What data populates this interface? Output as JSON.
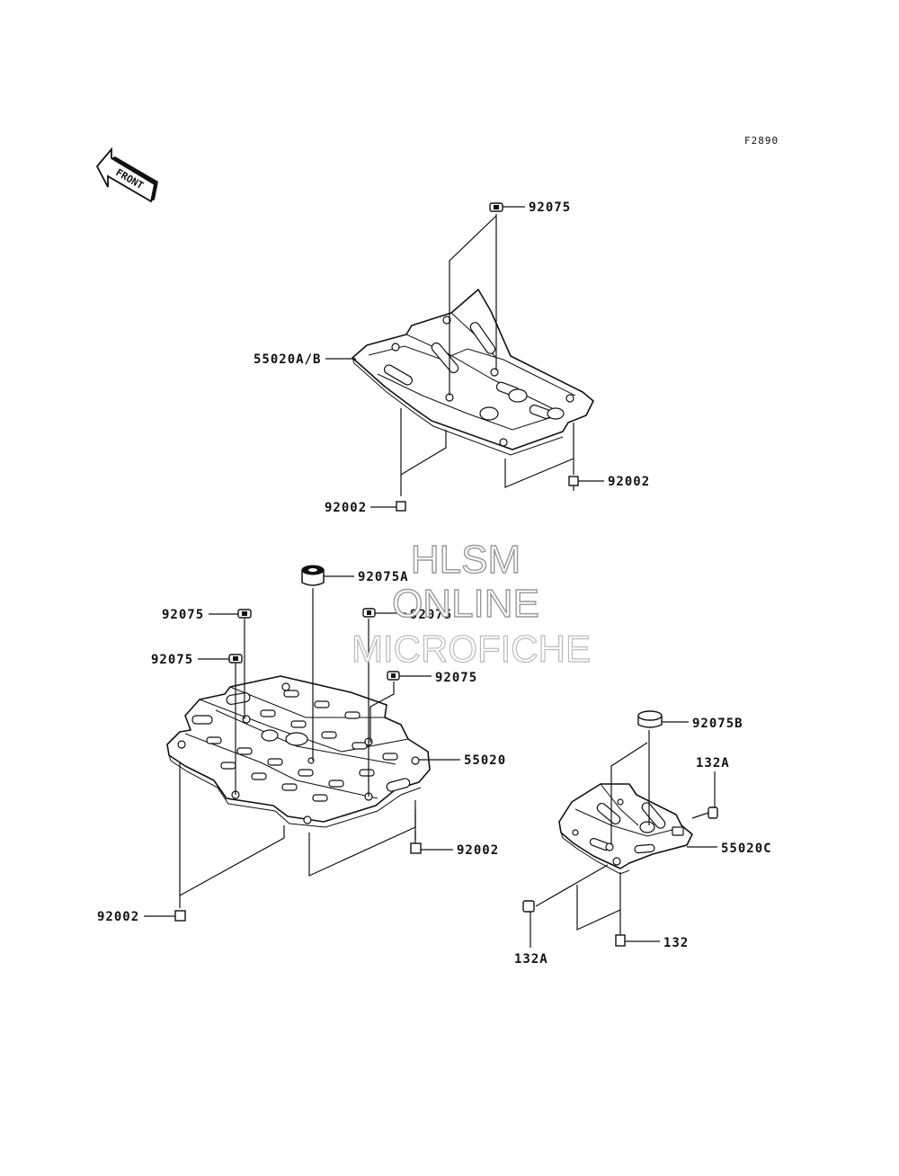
{
  "figure_id": "F2890",
  "front_arrow_text": "FRONT",
  "watermark": {
    "line1": "HLSM",
    "line2": "ONLINE",
    "line3": "MICROFICHE"
  },
  "labels": {
    "top_nut": "92075",
    "top_cover": "55020A/B",
    "top_bolt_right": "92002",
    "top_bolt_left": "92002",
    "mid_collar": "92075A",
    "mid_nut_center": "92075",
    "mid_nut_left_upper": "92075",
    "mid_nut_left_lower": "92075",
    "mid_nut_right": "92075",
    "mid_plate": "55020",
    "mid_bolt_right": "92002",
    "mid_bolt_left": "92002",
    "small_cap": "92075B",
    "small_bolt_upper": "132A",
    "small_plate": "55020C",
    "small_bolt_lower": "132A",
    "small_bolt_bottom": "132"
  }
}
